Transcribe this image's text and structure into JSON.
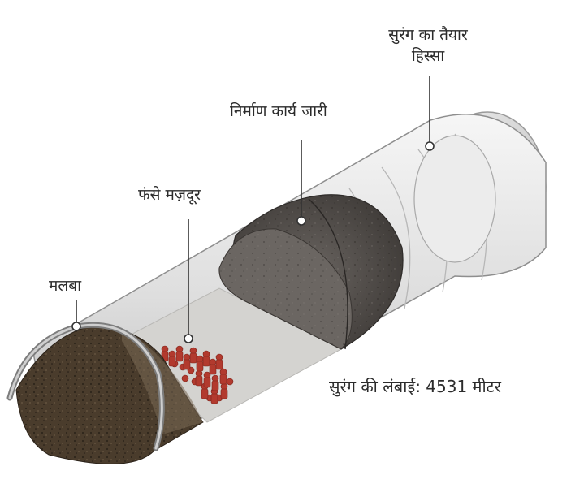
{
  "labels": {
    "completed_part_line1": "सुरंग का तैयार",
    "completed_part_line2": "हिस्सा",
    "construction_ongoing": "निर्माण कार्य जारी",
    "trapped_workers": "फंसे मज़दूर",
    "debris": "मलबा",
    "tunnel_length": "सुरंग की लंबाई: 4531 मीटर"
  },
  "colors": {
    "tunnel_shell": "#e9e9e9",
    "tunnel_floor": "#d4d3d0",
    "construction_plug": "#5b5652",
    "debris": "#4a3c2c",
    "workers": "#b23a2e",
    "leader_line": "#333333"
  }
}
